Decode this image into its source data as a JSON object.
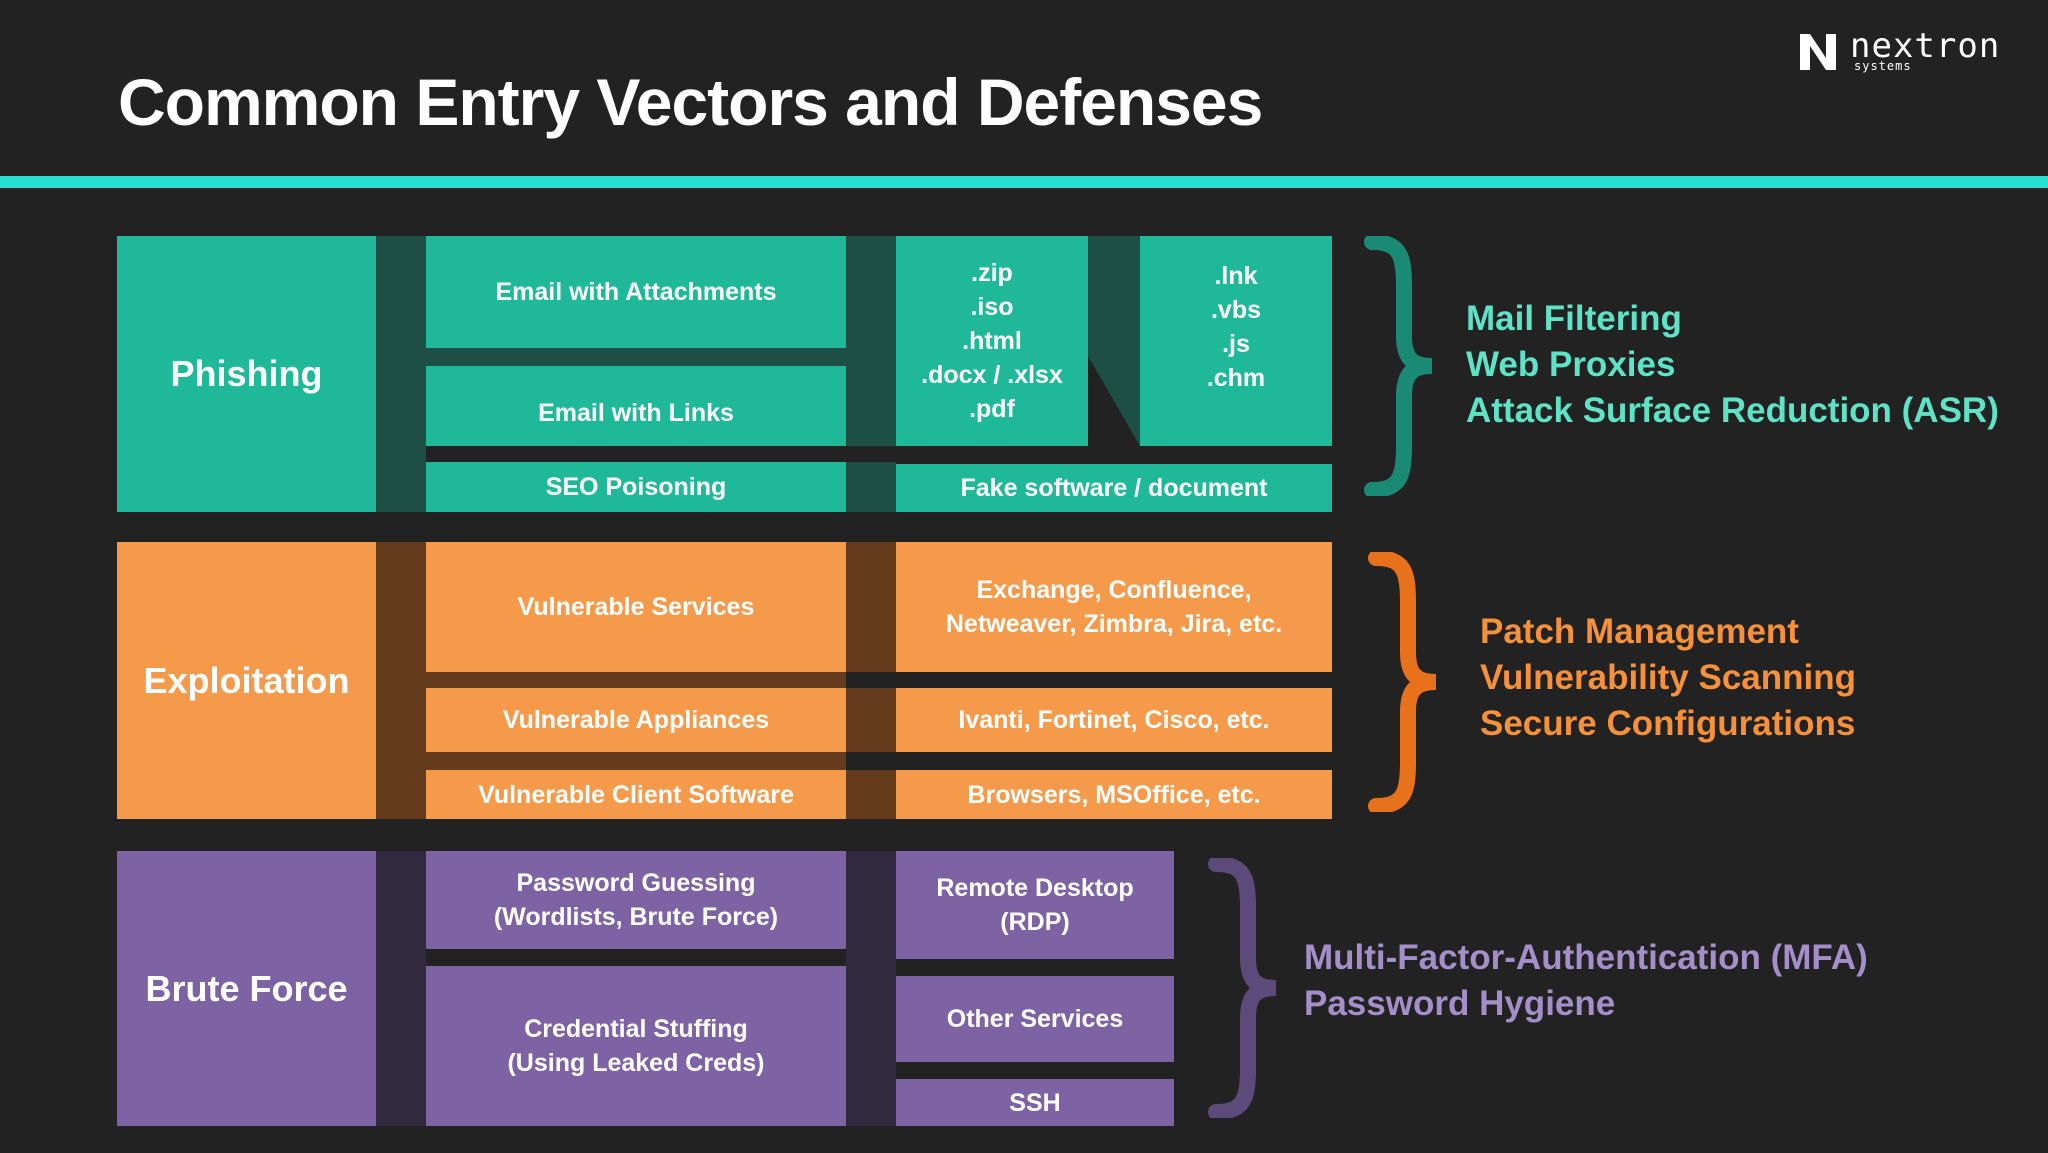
{
  "title": "Common Entry Vectors and Defenses",
  "logo": {
    "name": "nextron",
    "sub": "systems"
  },
  "colors": {
    "background": "#222222",
    "accent_line": "#27dfd5",
    "phishing": "#1fb999",
    "exploitation": "#f59a4b",
    "brute_force": "#7e63a4"
  },
  "phishing": {
    "category": "Phishing",
    "vectors": [
      "Email with Attachments",
      "Email with Links",
      "SEO Poisoning"
    ],
    "file_types_a": ".zip\n.iso\n.html\n.docx / .xlsx\n.pdf",
    "file_types_b": ".lnk\n.vbs\n.js\n.chm",
    "fake_software": "Fake software / document",
    "defenses": [
      "Mail Filtering",
      "Web Proxies",
      "Attack Surface Reduction (ASR)"
    ]
  },
  "exploitation": {
    "category": "Exploitation",
    "vectors": [
      "Vulnerable Services",
      "Vulnerable Appliances",
      "Vulnerable Client Software"
    ],
    "examples": [
      "Exchange, Confluence,\nNetweaver, Zimbra, Jira, etc.",
      "Ivanti, Fortinet, Cisco, etc.",
      "Browsers, MSOffice, etc."
    ],
    "defenses": [
      "Patch Management",
      "Vulnerability Scanning",
      "Secure Configurations"
    ]
  },
  "brute_force": {
    "category": "Brute Force",
    "vectors": [
      "Password Guessing\n(Wordlists, Brute Force)",
      "Credential Stuffing\n(Using Leaked Creds)"
    ],
    "targets": [
      "Remote Desktop\n(RDP)",
      "Other Services",
      "SSH"
    ],
    "defenses": [
      "Multi-Factor-Authentication (MFA)",
      "Password Hygiene"
    ]
  }
}
